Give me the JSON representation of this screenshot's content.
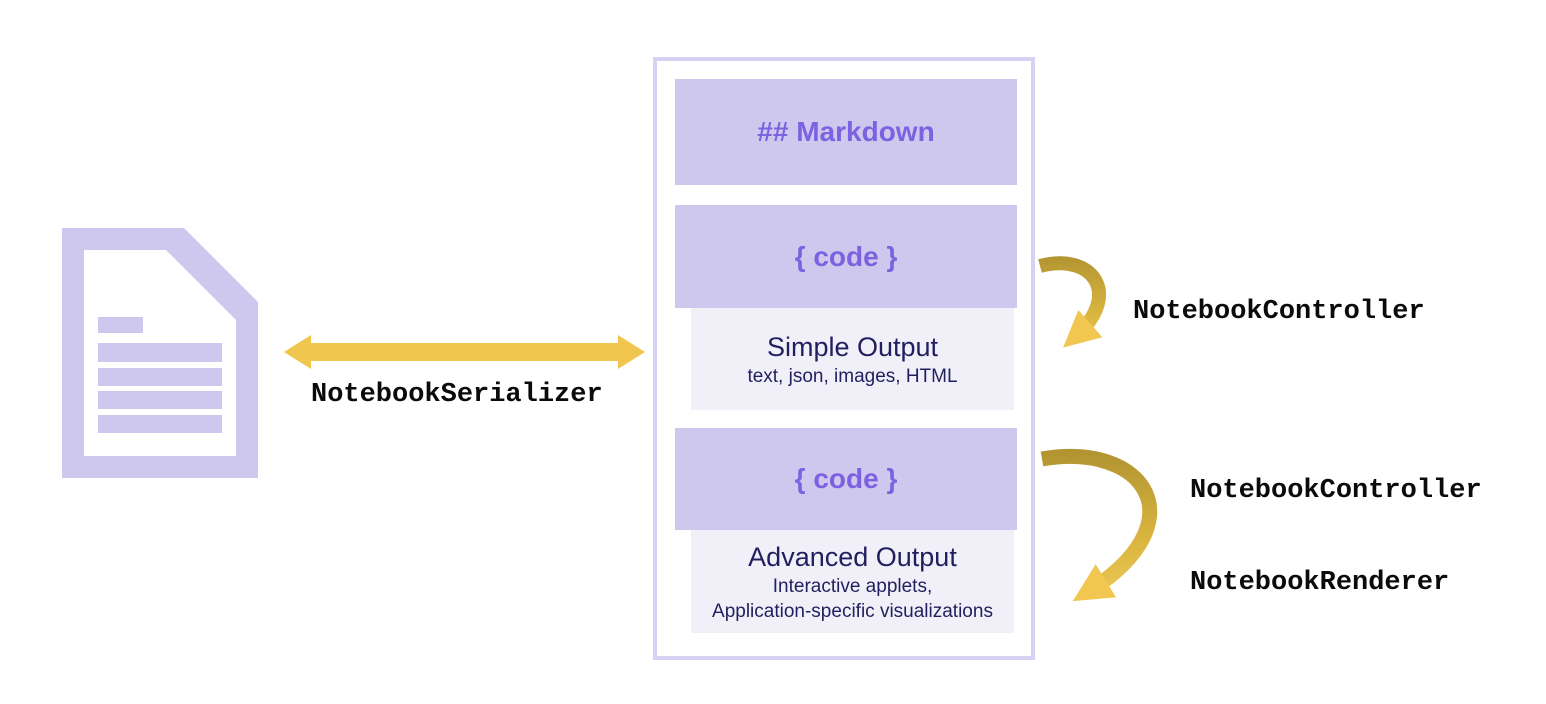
{
  "colors": {
    "cell_purple": "#cfc8ee",
    "container_border": "#d7d1f3",
    "output_background": "#f1f0f9",
    "purple_text": "#7a62e0",
    "navy_text": "#221f5e",
    "arrow_yellow": "#f0c64e",
    "arrow_gold_dark": "#ae9130",
    "arrow_gold_light": "#f4cc5a",
    "label_text": "#0b0b0b"
  },
  "serializer": {
    "label": "NotebookSerializer"
  },
  "notebook": {
    "cells": [
      {
        "type": "markdown",
        "label": "## Markdown"
      },
      {
        "type": "code",
        "label": "{ code }",
        "output": {
          "title": "Simple Output",
          "subtitle": "text, json, images, HTML"
        }
      },
      {
        "type": "code",
        "label": "{ code }",
        "output": {
          "title": "Advanced Output",
          "lines": [
            "Interactive applets,",
            "Application-specific visualizations"
          ]
        }
      }
    ]
  },
  "right_labels": {
    "controller_top": "NotebookController",
    "controller_bottom": "NotebookController",
    "renderer": "NotebookRenderer"
  }
}
